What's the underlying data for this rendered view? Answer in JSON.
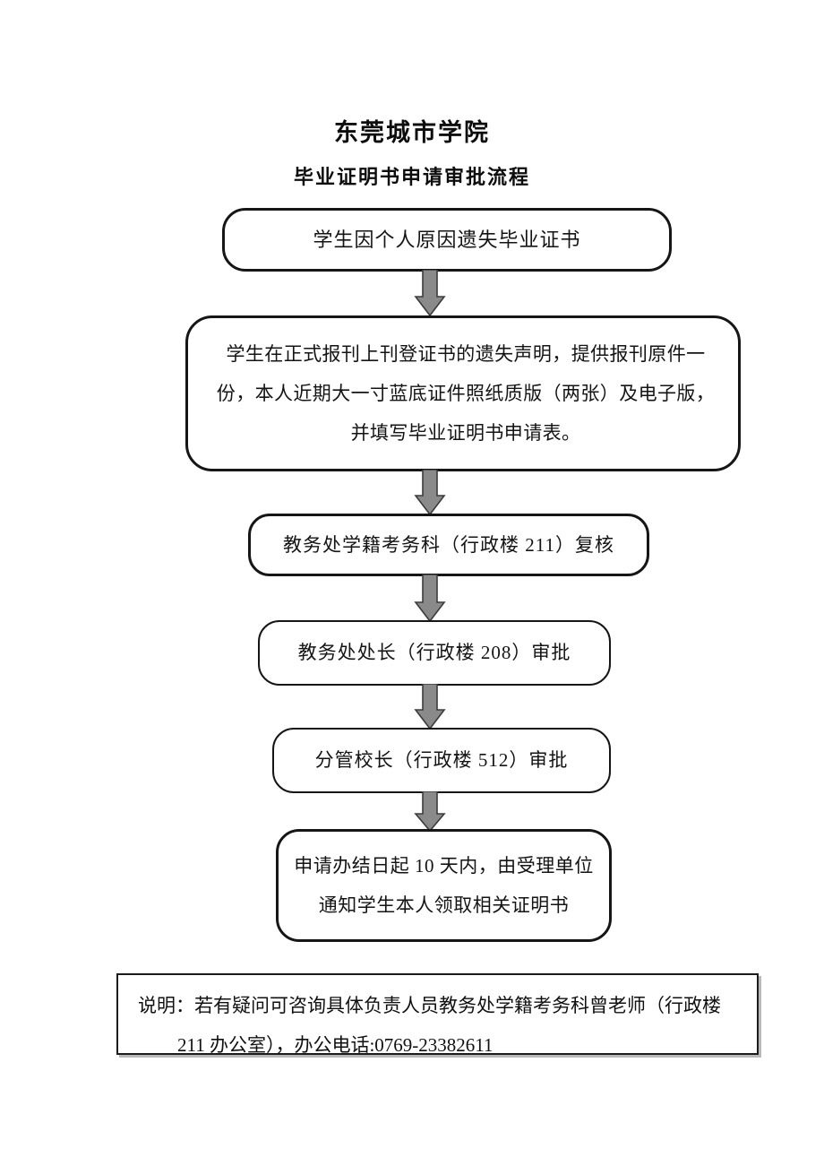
{
  "document": {
    "title": "东莞城市学院",
    "subtitle": "毕业证明书申请审批流程"
  },
  "flowchart": {
    "type": "flowchart",
    "orientation": "vertical",
    "connector": "down-arrow",
    "colors": {
      "box_border": "#161616",
      "box_fill": "#ffffff",
      "arrow_fill": "#808080",
      "arrow_border": "#404040",
      "text": "#111111"
    },
    "steps": [
      {
        "id": "step-1",
        "lines": [
          "学生因个人原因遗失毕业证书"
        ]
      },
      {
        "id": "step-2",
        "lines": [
          "学生在正式报刊上刊登证书的遗失声明，提供报刊原件一",
          "份，本人近期大一寸蓝底证件照纸质版（两张）及电子版，",
          "并填写毕业证明书申请表。"
        ]
      },
      {
        "id": "step-3",
        "lines": [
          "教务处学籍考务科（行政楼 211）复核"
        ]
      },
      {
        "id": "step-4",
        "lines": [
          "教务处处长（行政楼 208）审批"
        ]
      },
      {
        "id": "step-5",
        "lines": [
          "分管校长（行政楼 512）审批"
        ]
      },
      {
        "id": "step-6",
        "lines": [
          "申请办结日起 10 天内，由受理单位",
          "通知学生本人领取相关证明书"
        ]
      }
    ]
  },
  "note": {
    "lines": [
      "说明：若有疑问可咨询具体负责人员教务处学籍考务科曾老师（行政楼",
      "211 办公室），办公电话:0769-23382611"
    ],
    "office_room": "211",
    "phone": "0769-23382611"
  }
}
